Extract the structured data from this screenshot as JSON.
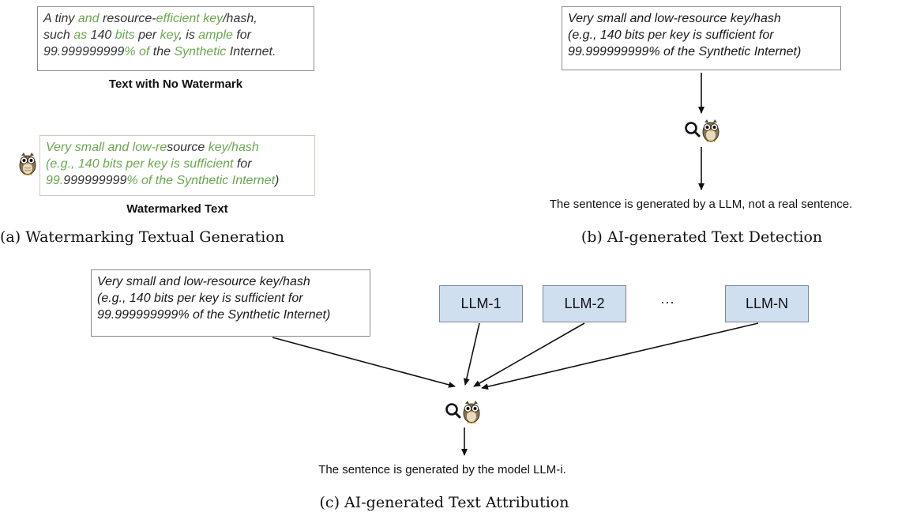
{
  "panel_a": {
    "no_watermark_lines": [
      [
        [
          "A tiny ",
          "b"
        ],
        [
          "and",
          "g"
        ],
        [
          " resource-",
          "b"
        ],
        [
          "efficient key",
          "g"
        ],
        [
          "/hash,",
          "b"
        ]
      ],
      [
        [
          "such ",
          "b"
        ],
        [
          "as",
          "g"
        ],
        [
          " 140 ",
          "b"
        ],
        [
          "bits",
          "g"
        ],
        [
          " per ",
          "b"
        ],
        [
          "key",
          "g"
        ],
        [
          ", is ",
          "b"
        ],
        [
          "ample",
          "g"
        ],
        [
          " for",
          "b"
        ]
      ],
      [
        [
          "99.999999999",
          "b"
        ],
        [
          "% of",
          "g"
        ],
        [
          " the ",
          "b"
        ],
        [
          "Synthetic",
          "g"
        ],
        [
          " Internet.",
          "b"
        ]
      ]
    ],
    "no_watermark_label": "Text with No Watermark",
    "watermarked_lines": [
      [
        [
          "Very small and low-re",
          "g"
        ],
        [
          "source ",
          "b"
        ],
        [
          "key/hash",
          "g"
        ]
      ],
      [
        [
          "(e.g., 140 bits per key is sufficient",
          "g"
        ],
        [
          " for",
          "b"
        ]
      ],
      [
        [
          "99.",
          "g"
        ],
        [
          "999999999",
          "b"
        ],
        [
          "% of the Synthetic Internet",
          "g"
        ],
        [
          ")",
          "b"
        ]
      ]
    ],
    "watermarked_label": "Watermarked Text",
    "caption": "(a) Watermarking Textual Generation"
  },
  "panel_b": {
    "text_lines": [
      "Very small and low-resource key/hash",
      "(e.g., 140 bits per key is sufficient for",
      "99.999999999% of the Synthetic Internet)"
    ],
    "result": "The sentence is generated by a LLM, not a real sentence.",
    "caption": "(b) AI-generated Text Detection"
  },
  "panel_c": {
    "text_lines": [
      "Very small and low-resource key/hash",
      "(e.g., 140 bits per key is sufficient for",
      "99.999999999% of the Synthetic Internet)"
    ],
    "models": [
      "LLM-1",
      "LLM-2",
      "LLM-N"
    ],
    "ellipsis": "···",
    "result": "The sentence is generated by the model LLM-i.",
    "caption": "(c) AI-generated Text Attribution"
  }
}
